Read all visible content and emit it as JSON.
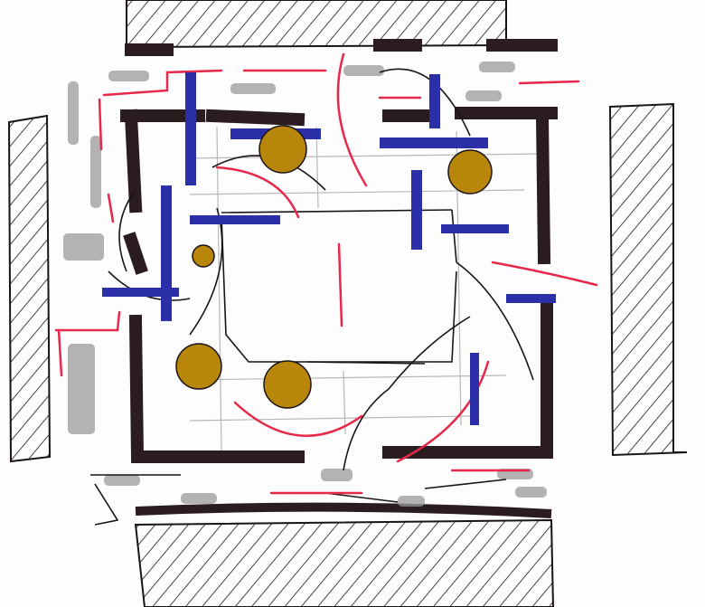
{
  "sketch": {
    "colors": {
      "ink": "#1a1416",
      "wall_fill": "#2a1c1f",
      "blue": "#2b2fa8",
      "red": "#e8284a",
      "pink": "#f07090",
      "gold": "#b8860b",
      "gray": "#9a9a9a",
      "pencil": "#b8b8b8"
    },
    "icons": [
      "hatched-wall",
      "column-circle",
      "circulation-arrow"
    ]
  }
}
